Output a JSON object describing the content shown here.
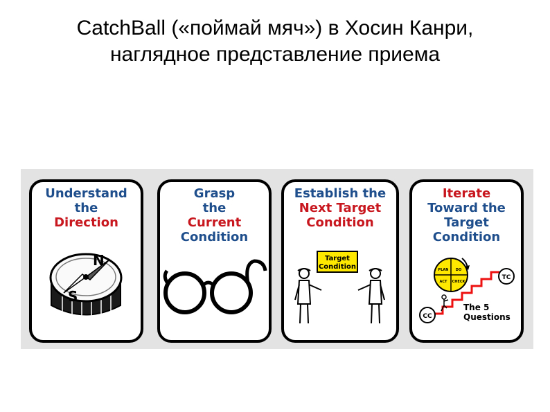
{
  "title": {
    "line1": "CatchBall («поймай мяч») в Хосин Канри,",
    "line2": "наглядное представление приема"
  },
  "cards": [
    {
      "lines": [
        "Understand",
        "the",
        "Direction"
      ],
      "icon": "compass-icon",
      "compass_letters": {
        "n": "N",
        "s": "S"
      }
    },
    {
      "lines": [
        "Grasp",
        "the",
        "Current",
        "Condition"
      ],
      "icon": "glasses-icon"
    },
    {
      "lines": [
        "Establish the",
        "Next Target",
        "Condition"
      ],
      "icon": "people-pointing-icon",
      "sign": [
        "Target",
        "Condition"
      ]
    },
    {
      "lines": [
        "Iterate",
        "Toward the",
        "Target",
        "Condition"
      ],
      "icon": "staircase-icon",
      "cc": "CC",
      "tc": "TC",
      "questions": [
        "The 5",
        "Questions"
      ],
      "pdca": [
        "PLAN",
        "DO",
        "CHECK",
        "ACT"
      ]
    }
  ],
  "colors": {
    "blue": "#1f4e8c",
    "red": "#c8171e",
    "yellow": "#ffe800",
    "strip": "#e3e3e3"
  }
}
